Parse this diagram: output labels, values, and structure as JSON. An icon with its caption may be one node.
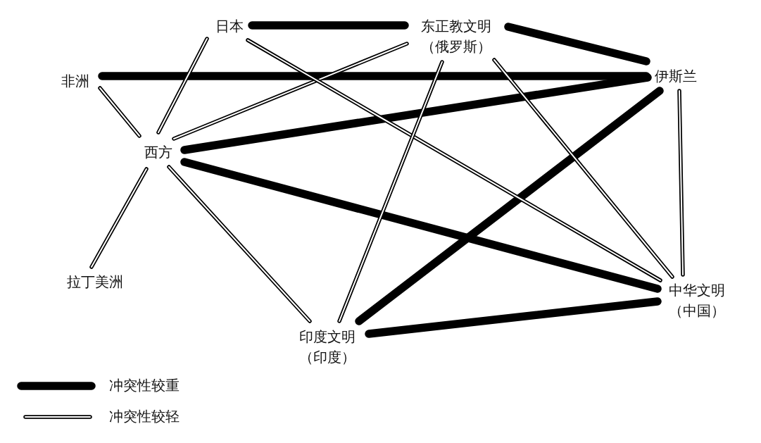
{
  "diagram": {
    "nodes": [
      {
        "text": [
          "日本"
        ]
      },
      {
        "text": [
          "东正教文明（俄罗斯）"
        ]
      },
      {
        "text": [
          "伊斯兰"
        ]
      },
      {
        "text": [
          "非洲"
        ]
      },
      {
        "text": [
          "西方"
        ]
      },
      {
        "text": [
          "拉丁美洲"
        ]
      },
      {
        "text": [
          "中华文明（中国）"
        ]
      },
      {
        "text": [
          "印度文明（印度）"
        ]
      }
    ],
    "edges": [
      {
        "from": 0,
        "to": 1,
        "arrow": "none",
        "style": "thick"
      },
      {
        "from": 1,
        "to": 2,
        "arrow": "none",
        "style": "thick"
      },
      {
        "from": 3,
        "to": 2,
        "arrow": "none",
        "style": "thick"
      },
      {
        "from": 3,
        "to": 4,
        "arrow": "none"
      },
      {
        "from": 0,
        "to": 4,
        "arrow": "none"
      },
      {
        "from": 1,
        "to": 4,
        "arrow": "none"
      },
      {
        "from": 4,
        "to": 2,
        "arrow": "none",
        "style": "thick"
      },
      {
        "from": 4,
        "to": 6,
        "arrow": "none",
        "style": "thick"
      },
      {
        "from": 4,
        "to": 7,
        "arrow": "none"
      },
      {
        "from": 4,
        "to": 5,
        "arrow": "none"
      },
      {
        "from": 0,
        "to": 6,
        "arrow": "none"
      },
      {
        "from": 1,
        "to": 7,
        "arrow": "none"
      },
      {
        "from": 1,
        "to": 6,
        "arrow": "none"
      },
      {
        "from": 2,
        "to": 7,
        "arrow": "none",
        "style": "thick"
      },
      {
        "from": 2,
        "to": 6,
        "arrow": "none"
      },
      {
        "from": 7,
        "to": 6,
        "arrow": "none",
        "style": "thick"
      }
    ],
    "legend": [
      {
        "text": "冲突性较重"
      },
      {
        "text": "冲突性较轻"
      }
    ]
  }
}
